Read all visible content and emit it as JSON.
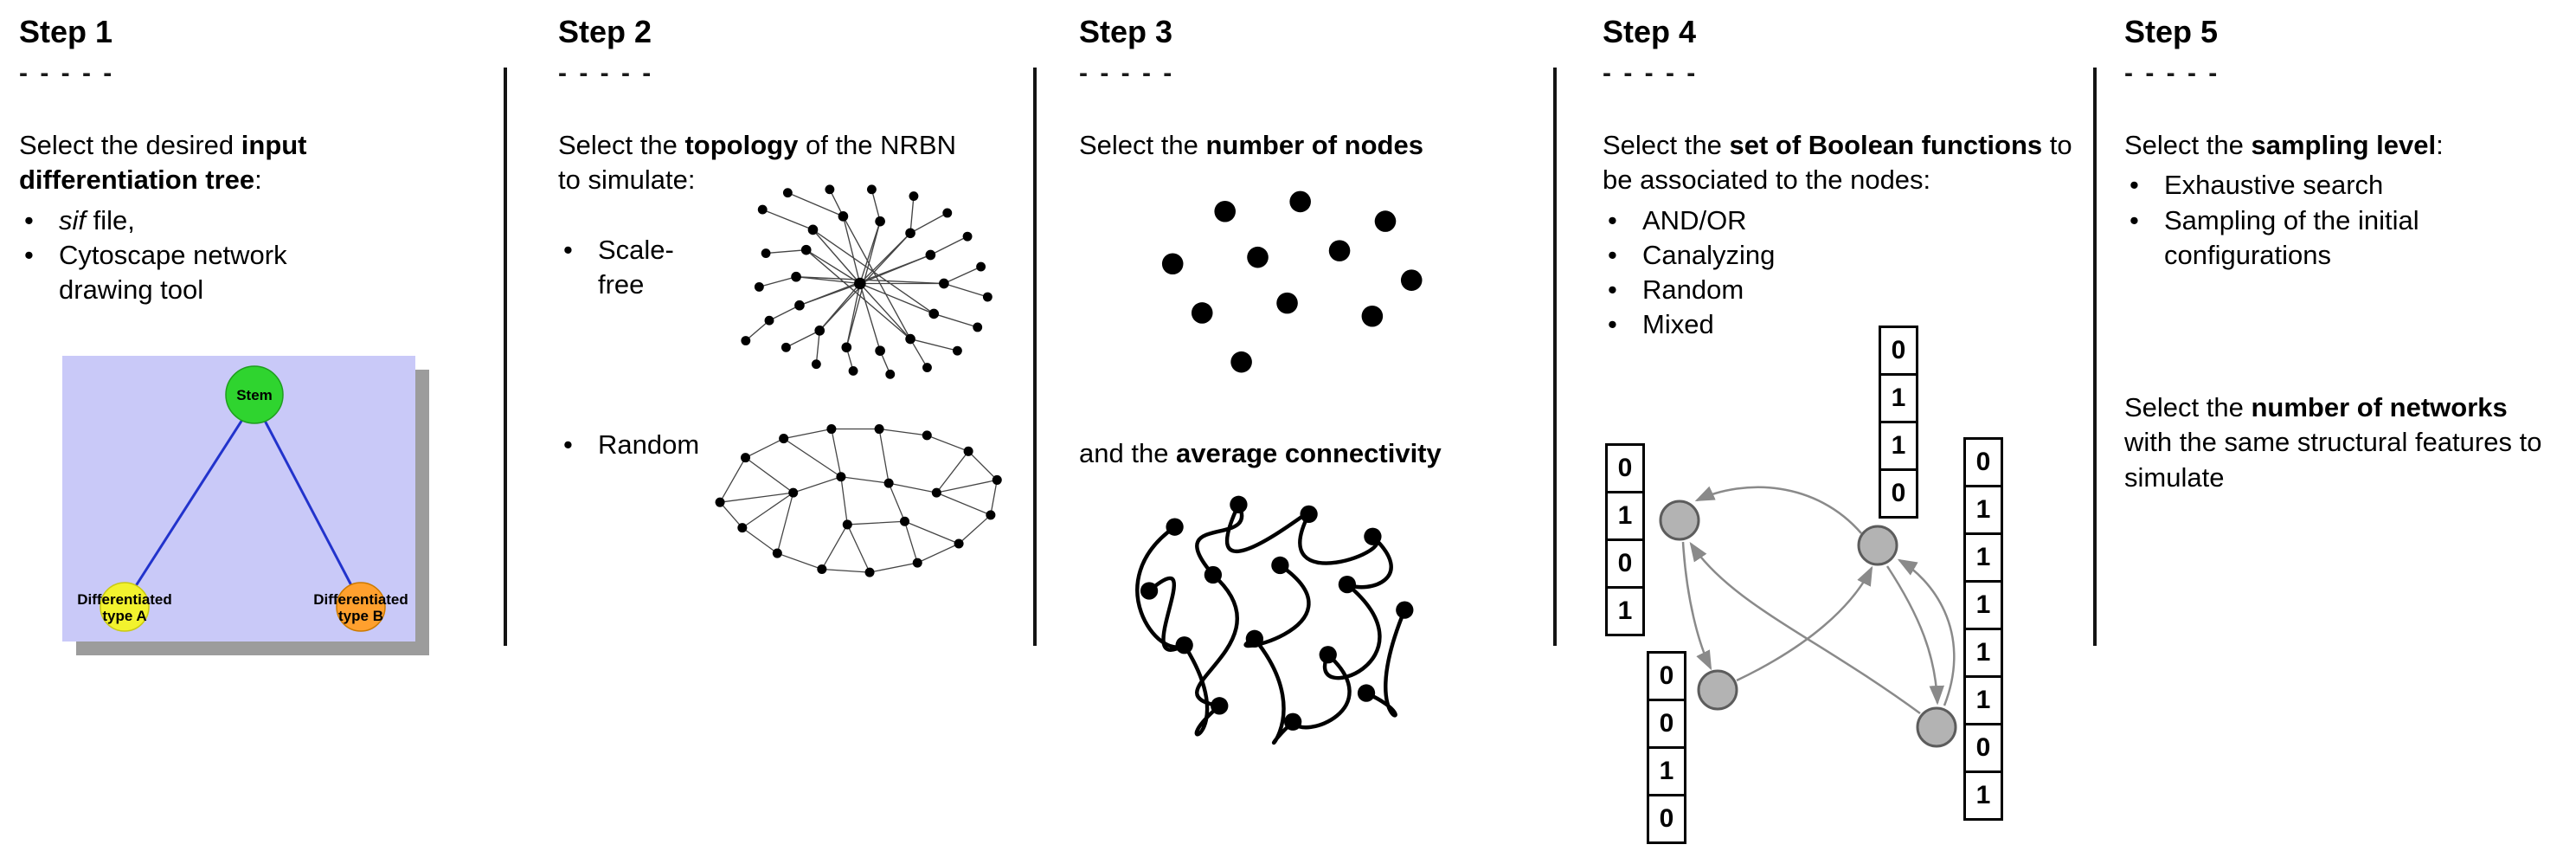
{
  "bullet_char": "•",
  "steps": [
    {
      "title": "Step 1",
      "dashes": "- - - - -",
      "intro": [
        "Select the desired ",
        "input differentiation tree",
        ":"
      ],
      "bullets": [
        {
          "italic": "sif",
          "rest": " file,"
        },
        {
          "text": "Cytoscape network drawing tool"
        }
      ],
      "tree": {
        "stem": "Stem",
        "a_line1": "Differentiated",
        "a_line2": "type A",
        "b_line1": "Differentiated",
        "b_line2": "type B"
      },
      "tree_colors": {
        "background": "#c9c9f8",
        "shadow": "#9c9c9c",
        "stem": "#2fd42f",
        "type_a": "#f2f22e",
        "type_b": "#ffa02e",
        "edge": "#2233cc"
      }
    },
    {
      "title": "Step 2",
      "dashes": "- - - - -",
      "intro": [
        "Select the ",
        "topology",
        " of the NRBN to simulate:"
      ],
      "bullets": [
        "Scale-free",
        "Random"
      ]
    },
    {
      "title": "Step 3",
      "dashes": "- - - - -",
      "line1": [
        "Select the ",
        "number of nodes"
      ],
      "line2": [
        "and the ",
        "average connectivity"
      ]
    },
    {
      "title": "Step 4",
      "dashes": "- - - - -",
      "intro": [
        "Select the ",
        "set of Boolean functions",
        " to be associated to the nodes:"
      ],
      "bullets": [
        "AND/OR",
        "Canalyzing",
        "Random",
        "Mixed"
      ],
      "node_color": "#b3b3b3",
      "tables": {
        "left": [
          "0",
          "1",
          "0",
          "1"
        ],
        "top": [
          "0",
          "1",
          "1",
          "0"
        ],
        "bottom": [
          "0",
          "0",
          "1",
          "0"
        ],
        "right": [
          "0",
          "1",
          "1",
          "1",
          "1",
          "1",
          "0",
          "1"
        ]
      }
    },
    {
      "title": "Step 5",
      "dashes": "- - - - -",
      "intro": [
        "Select the ",
        "sampling level",
        ":"
      ],
      "bullets": [
        "Exhaustive search",
        "Sampling of the initial configurations"
      ],
      "para2": [
        "Select the ",
        "number of networks",
        " with the same structural features to simulate"
      ]
    }
  ]
}
